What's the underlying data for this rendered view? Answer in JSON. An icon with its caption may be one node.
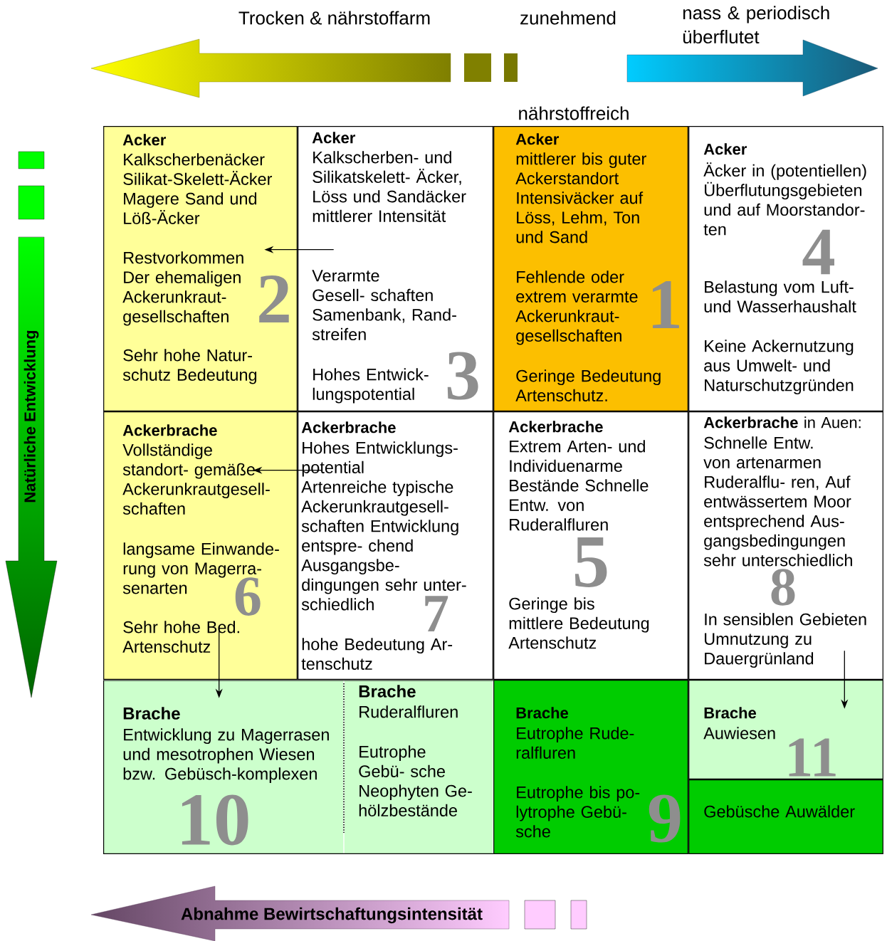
{
  "diagram": {
    "nodes": [
      {
        "text": [
          "2",
          "Acker",
          "Kalkscherbenäcker Silikat-Skelett-Äcker Magere Sand und Löß-Äcker",
          "Restvorkommen Der ehemaligen Ackerunkraut- gesellschaften",
          "Sehr hohe Natur- schutz Bedeutung"
        ]
      },
      {
        "text": [
          "3",
          "Acker",
          "Kalkscherben- und Silikatskelett- Äcker, Löss und Sandäcker mittlerer Intensität",
          "Verarmte Gesell- schaften Samenbank, Rand- streifen",
          "Hohes Entwick- lungspotential"
        ]
      },
      {
        "text": [
          "1",
          "Acker",
          "mittlerer bis guter Ackerstandort Intensiväcker auf Löss, Lehm, Ton und Sand",
          "Fehlende oder extrem verarmte Ackerunkraut- gesellschaften",
          "Geringe Bedeutung Artenschutz."
        ]
      },
      {
        "text": [
          "4",
          "Acker",
          "Äcker in (potentiellen) Überflutungsgebieten und auf Moorstandor- ten",
          "Belastung vom Luft- und Wasserhaushalt",
          "Keine Ackernutzung aus Umwelt- und Naturschutzgründen"
        ]
      },
      {
        "text": [
          "6",
          "Ackerbrache",
          "Vollständige standort- gemäße Ackerunkrautgesell- schaften",
          "langsame Einwande- rung von Magerra- senarten",
          "Sehr hohe Bed. Artenschutz"
        ]
      },
      {
        "text": [
          "7",
          "Ackerbrache",
          "Hohes Entwicklungs- potential Artenreiche typische Ackerunkrautgesell- schaften Entwicklung entspre- chend Ausgangsbe- dingungen sehr unter- schiedlich",
          "hohe Bedeutung Ar- tenschutz"
        ]
      },
      {
        "text": [
          "5",
          "Ackerbrache",
          "Extrem Arten- und Individuenarme Bestände Schnelle Entw. von Ruderalfluren",
          "Geringe bis mittlere Bedeutung Artenschutz"
        ]
      },
      {
        "text": [
          "8",
          "**Ackerbrache** in Auen:",
          "Schnelle Entw. von artenarmen Ruderalflu- ren, Auf entwässertem Moor entsprechend Aus- gangsbedingungen sehr unterschiedlich",
          "In sensiblen Gebieten Umnutzung zu Dauergrünland"
        ]
      },
      {
        "text": [
          "10",
          "Brache",
          "Entwicklung zu Magerrasen und mesotrophen Wiesen bzw. Gebüsch-komplexen"
        ]
      },
      {
        "text": [
          "Brache",
          "Ruderalfluren",
          "Eutrophe Gebü- sche Neophyten Ge- hölzbestände"
        ]
      },
      {
        "text": [
          "9",
          "Brache",
          "Eutrophe Rude- ralfluren",
          "Eutrophe bis po- lytrophe Gebü- sche"
        ]
      },
      {
        "text": [
          "Brache",
          "Auwiesen",
          "11"
        ]
      },
      {
        "text": [
          "Gebüsche Auwälder"
        ]
      }
    ],
    "edges": [
      {
        "from": 1,
        "to": 0,
        "arrow": "to"
      },
      {
        "from": 5,
        "to": 4,
        "arrow": "to"
      },
      {
        "from": 4,
        "to": 8,
        "arrow": "to"
      },
      {
        "from": 7,
        "to": 11,
        "arrow": "to"
      }
    ],
    "labels": [
      "Trocken & nährstoffarm",
      "zunehmend",
      "nass & periodisch überflutet",
      "nährstoffreich",
      "Natürliche Entwicklung",
      "Abnahme Bewirtschaftungsintensität"
    ]
  }
}
